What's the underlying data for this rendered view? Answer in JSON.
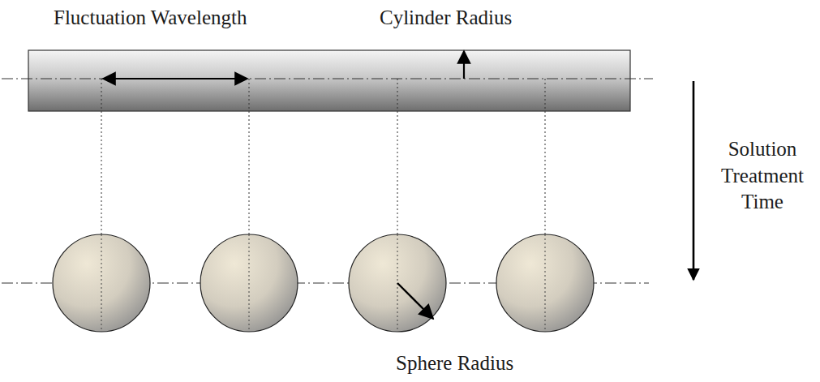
{
  "diagram": {
    "labels": [
      "Fluctuation Wavelength",
      "Cylinder Radius",
      "Solution Treatment Time",
      "Sphere Radius"
    ]
  }
}
